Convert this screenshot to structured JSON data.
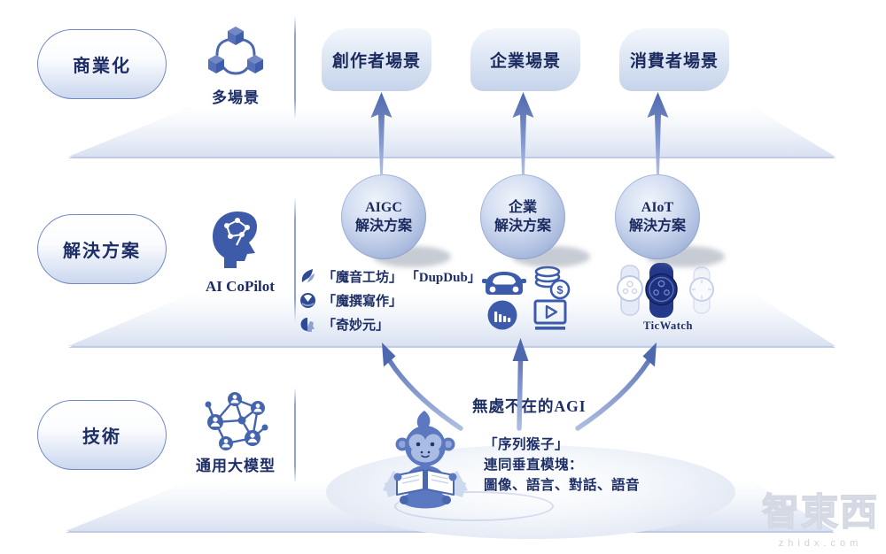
{
  "rows": {
    "commercial": {
      "label": "商業化",
      "capability": "多場景",
      "scenes": [
        "創作者場景",
        "企業場景",
        "消費者場景"
      ]
    },
    "solutions": {
      "label": "解決方案",
      "capability": "AI CoPilot",
      "items": [
        {
          "name": "AIGC",
          "suffix": "解決方案",
          "products": [
            {
              "icon": "quill-speech-icon",
              "text": "「魔音工坊」 「DupDub」"
            },
            {
              "icon": "writing-circle-icon",
              "text": "「魔撰寫作」"
            },
            {
              "icon": "avatar-pie-icon",
              "text": "「奇妙元」"
            }
          ]
        },
        {
          "name": "企業",
          "suffix": "解決方案",
          "icons": [
            "car-icon",
            "coins-icon",
            "bar-chart-icon",
            "video-player-icon"
          ]
        },
        {
          "name": "AIoT",
          "suffix": "解決方案",
          "product_label": "TicWatch"
        }
      ]
    },
    "technology": {
      "label": "技術",
      "capability": "通用大模型",
      "agi_title": "無處不在的AGI",
      "mascot_caption": [
        "「序列猴子」",
        "連同垂直模塊：",
        "圖像、語言、對話、語音"
      ]
    }
  },
  "watermark": {
    "brand": "智東西",
    "site": "zhidx.com"
  },
  "colors": {
    "navy_text": "#1d2e66",
    "icon_blue": "#3c5cab",
    "arrow_blue": "#4d68af",
    "platform_edge": "#bfcbe6"
  }
}
